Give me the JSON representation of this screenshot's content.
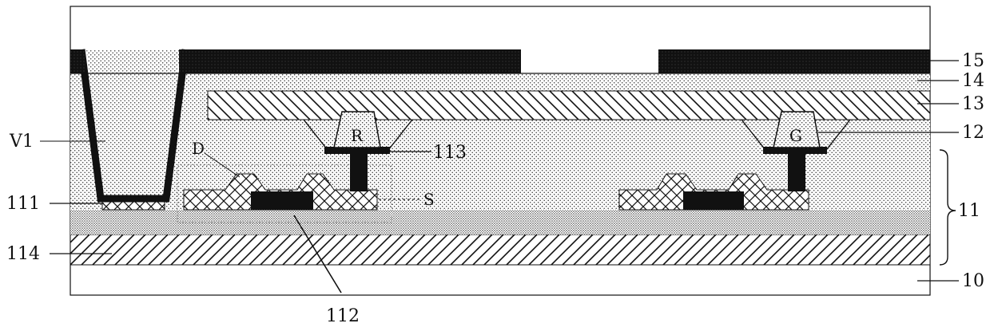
{
  "labels": {
    "l15": "15",
    "l14": "14",
    "l13": "13",
    "l12": "12",
    "l11": "11",
    "l10": "10",
    "l111": "111",
    "l112": "112",
    "l113": "113",
    "l114": "114",
    "v1": "V1",
    "d": "D",
    "s": "S",
    "r": "R",
    "g": "G"
  }
}
